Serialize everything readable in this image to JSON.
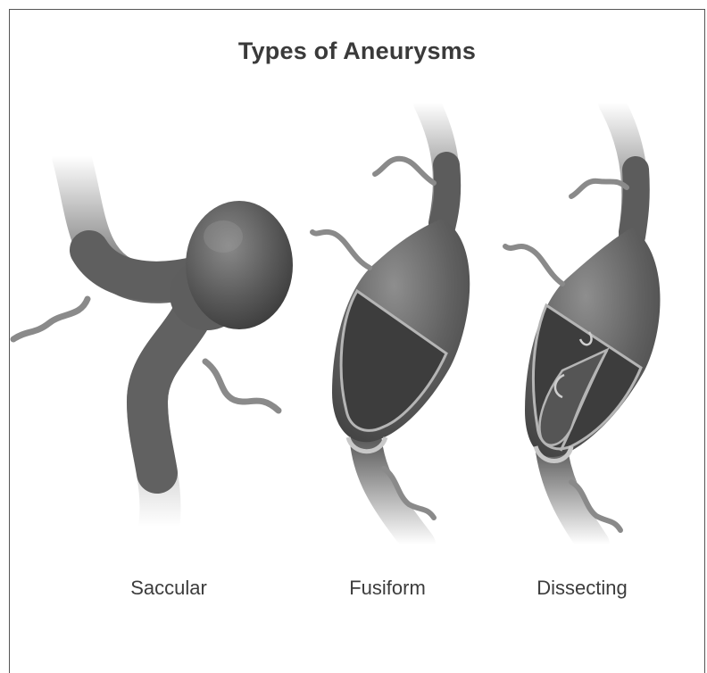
{
  "title": "Types of Aneurysms",
  "types": [
    {
      "label": "Saccular"
    },
    {
      "label": "Fusiform"
    },
    {
      "label": "Dissecting"
    }
  ],
  "colors": {
    "vessel": "#5f5f5f",
    "vessel_light": "#8c8c8c",
    "interior": "#3e3e3e",
    "wall": "#b8b8b8",
    "text": "#3a3a3a",
    "frame": "#555555"
  }
}
